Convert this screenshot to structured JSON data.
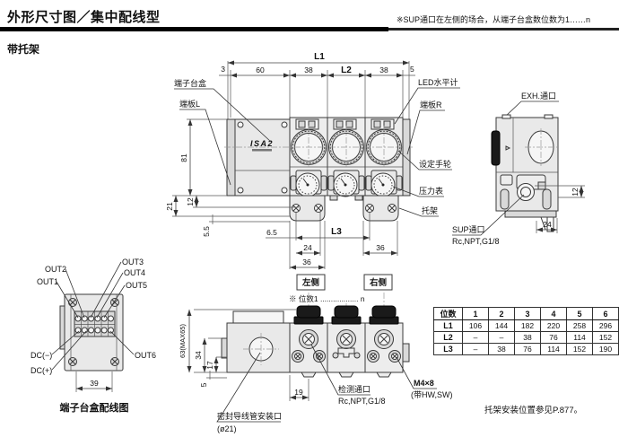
{
  "page": {
    "title": "外形尺寸图／集中配线型",
    "note": "※SUP通口在左侧的场合，从端子台盒数位数为1……n",
    "subtitle": "带托架",
    "footer_note": "托架安装位置参见P.877。"
  },
  "front": {
    "mark": "ISA2",
    "dims": {
      "L1": "L1",
      "L2": "L2",
      "L3": "L3",
      "d3": "3",
      "d60": "60",
      "d38": "38",
      "d5": "5",
      "d81": "81",
      "d21": "21",
      "d12": "12",
      "d5_5": "5.5",
      "d6_5": "6.5",
      "d24": "24",
      "d36": "36"
    },
    "labels": {
      "terminal_box": "端子台盒",
      "end_plate_l": "端板L",
      "led_level": "LED水平计",
      "end_plate_r": "端板R",
      "setting_handwheel": "设定手轮",
      "pressure_gauge": "压力表",
      "bracket": "托架"
    }
  },
  "side": {
    "labels": {
      "exh_port": "EXH.通口",
      "sup_port": "SUP通口",
      "sup_thread": "Rc,NPT,G1/8"
    },
    "dims": {
      "d12": "12",
      "d24": "24"
    }
  },
  "wiring": {
    "caption": "端子台盒配线图",
    "terminals": {
      "out1": "OUT1",
      "out2": "OUT2",
      "out3": "OUT3",
      "out4": "OUT4",
      "out5": "OUT5",
      "out6": "OUT6",
      "dc_minus": "DC(−)",
      "dc_plus": "DC(+)"
    },
    "dims": {
      "d39": "39"
    }
  },
  "top": {
    "left_side": "左侧",
    "right_side": "右侧",
    "stations_note": "※ 位数1 .................. n",
    "dims": {
      "d63": "63(MAX65)",
      "d34": "34",
      "d17": "17",
      "d5": "5",
      "d19": "19"
    },
    "labels": {
      "detection_port": "检测通口",
      "detection_thread": "Rc,NPT,G1/8",
      "screw": "M4×8",
      "screw_note": "(带HW,SW)",
      "conduit": "密封导线管安装口",
      "conduit_dia": "(ø21)"
    }
  },
  "table": {
    "header": [
      "位数",
      "1",
      "2",
      "3",
      "4",
      "5",
      "6"
    ],
    "rows": [
      {
        "label": "L1",
        "values": [
          "106",
          "144",
          "182",
          "220",
          "258",
          "296"
        ]
      },
      {
        "label": "L2",
        "values": [
          "–",
          "–",
          "38",
          "76",
          "114",
          "152"
        ]
      },
      {
        "label": "L3",
        "values": [
          "–",
          "38",
          "76",
          "114",
          "152",
          "190"
        ]
      }
    ]
  }
}
